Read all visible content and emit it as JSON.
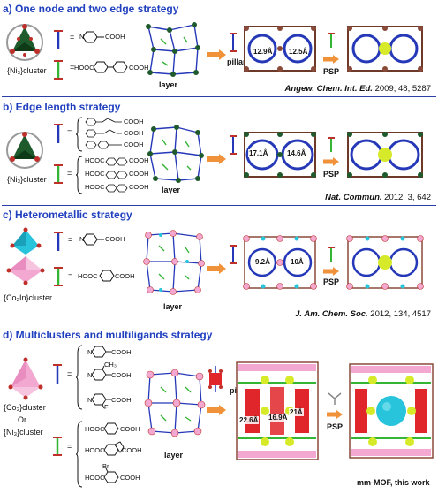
{
  "panels": [
    {
      "title": "a) One node and two edge strategy",
      "cluster_label": "{Ni₃}cluster",
      "linker_formulas": [
        "N",
        "COOH",
        "HOOC",
        "COOH"
      ],
      "layer_label": "layer",
      "pillar_label": "pillar",
      "psp_label": "PSP",
      "dimensions": [
        "12.9Å",
        "12.5Å"
      ],
      "reference_journal": "Angew. Chem. Int. Ed.",
      "reference_rest": " 2009, 48, 5287"
    },
    {
      "title": "b) Edge length strategy",
      "cluster_label": "{Ni₃}cluster",
      "linker_formulas": [
        "COOH",
        "COOH",
        "COOH",
        "HOOC",
        "COOH",
        "HOOC",
        "COOH",
        "HOOC",
        "COOH"
      ],
      "psp_label": "PSP",
      "layer_label": "layer",
      "dimensions": [
        "17.1Å",
        "14.6Å"
      ],
      "reference_journal": "Nat. Commun.",
      "reference_rest": " 2012, 3, 642"
    },
    {
      "title": "c) Heterometallic  strategy",
      "cluster_label": "{Co₂In}cluster",
      "linker_formulas": [
        "N",
        "COOH",
        "HOOC",
        "COOH"
      ],
      "layer_label": "layer",
      "psp_label": "PSP",
      "dimensions": [
        "9.2Å",
        "10Å"
      ],
      "reference_journal": "J. Am. Chem. Soc.",
      "reference_rest": " 2012, 134, 4517"
    },
    {
      "title": "d) Multiclusters and multiligands strategy",
      "cluster_label_1": "{Co₃}cluster",
      "or_label": "Or",
      "cluster_label_2": "{Ni₃}cluster",
      "linker_formulas": [
        "N",
        "COOH",
        "CH₃",
        "N",
        "COOH",
        "F",
        "N",
        "COOH",
        "HOOC",
        "COOH",
        "HOOC",
        "COOH",
        "Br",
        "HOOC",
        "COOH"
      ],
      "layer_label": "layer",
      "pillar_label": "pillar",
      "psp_label": "PSP",
      "dimensions": [
        "22.6Å",
        "16.9Å",
        "21Å"
      ],
      "result_label": "mm-MOF, this work"
    }
  ],
  "colors": {
    "title_blue": "#1f3fbf",
    "cluster_green": "#1e5a2c",
    "cluster_red": "#c0302a",
    "cluster_pink": "#f2a8d0",
    "cluster_cyan": "#27c4dc",
    "arrow_orange": "#f0923a",
    "linker_blue": "#2438b8",
    "linker_green": "#34b534",
    "guest_yellow": "#d7ea2a"
  }
}
